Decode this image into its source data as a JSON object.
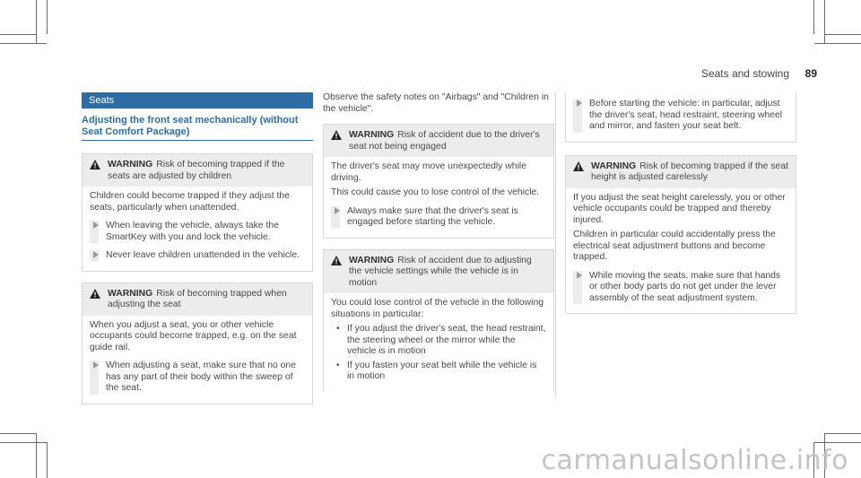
{
  "header": {
    "title": "Seats and stowing",
    "page_number": "89"
  },
  "col1": {
    "section_title": "Seats",
    "subtitle": "Adjusting the front seat mechanically (without Seat Comfort Package)",
    "warning1": {
      "label": "WARNING",
      "head": "Risk of becoming trapped if the seats are adjusted by children",
      "body": "Children could become trapped if they adjust the seats, particularly when unattended.",
      "steps": [
        "When leaving the vehicle, always take the SmartKey with you and lock the vehicle.",
        "Never leave children unattended in the vehicle."
      ]
    },
    "warning2": {
      "label": "WARNING",
      "head": "Risk of becoming trapped when adjusting the seat",
      "body": "When you adjust a seat, you or other vehicle occupants could become trapped, e.g. on the seat guide rail.",
      "steps": [
        "When adjusting a seat, make sure that no one has any part of their body within the sweep of the seat."
      ]
    }
  },
  "col2": {
    "intro": "Observe the safety notes on \"Airbags\" and \"Children in the vehicle\".",
    "warning1": {
      "label": "WARNING",
      "head": "Risk of accident due to the driver's seat not being engaged",
      "body": [
        "The driver's seat may move unexpectedly while driving.",
        "This could cause you to lose control of the vehicle."
      ],
      "steps": [
        "Always make sure that the driver's seat is engaged before starting the vehicle."
      ]
    },
    "warning2": {
      "label": "WARNING",
      "head": "Risk of accident due to adjusting the vehicle settings while the vehicle is in motion",
      "body": "You could lose control of the vehicle in the following situations in particular:",
      "bullets": [
        "If you adjust the driver's seat, the head restraint, the steering wheel or the mirror while the vehicle is in motion",
        "If you fasten your seat belt while the vehicle is in motion"
      ]
    }
  },
  "col3": {
    "step": "Before starting the vehicle: in particular, adjust the driver's seat, head restraint, steering wheel and mirror, and fasten your seat belt.",
    "warning": {
      "label": "WARNING",
      "head": "Risk of becoming trapped if the seat height is adjusted carelessly",
      "body": [
        "If you adjust the seat height carelessly, you or other vehicle occupants could be trapped and thereby injured.",
        "Children in particular could accidentally press the electrical seat adjustment buttons and become trapped."
      ],
      "steps": [
        "While moving the seats, make sure that hands or other body parts do not get under the lever assembly of the seat adjustment system."
      ]
    }
  },
  "watermark": "carmanualsonline.info",
  "colors": {
    "accent": "#2e6da4",
    "panel": "#ececec",
    "border": "#d8d8d8"
  }
}
